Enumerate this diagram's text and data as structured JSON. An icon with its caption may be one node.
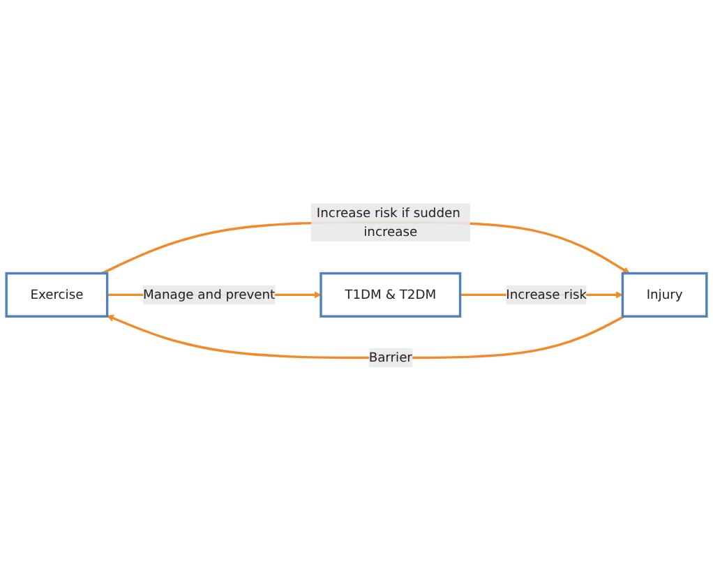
{
  "diagram": {
    "nodes": [
      {
        "text": [
          "Exercise"
        ]
      },
      {
        "text": [
          "Injury"
        ]
      },
      {
        "text": [
          "T1DM & T2DM"
        ]
      }
    ],
    "edges": [
      {
        "from": 0,
        "to": 1,
        "arrow": "to",
        "label": "Increase risk if sudden increase"
      },
      {
        "from": 1,
        "to": 0,
        "arrow": "to",
        "label": "Barrier"
      },
      {
        "from": 0,
        "to": 2,
        "arrow": "to",
        "label": "Manage and prevent"
      },
      {
        "from": 2,
        "to": 1,
        "arrow": "to",
        "label": "Increase risk"
      }
    ]
  }
}
